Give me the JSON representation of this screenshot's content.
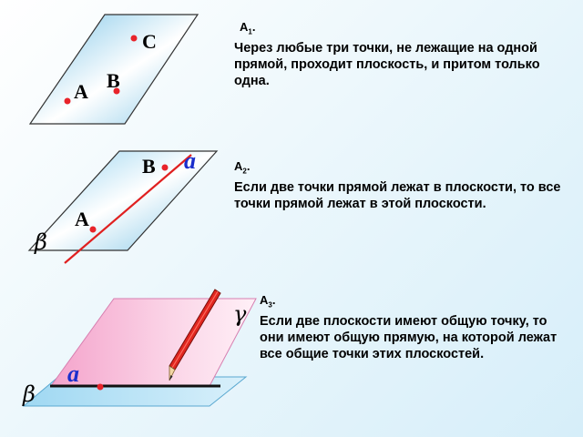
{
  "axioms": [
    {
      "label": "A",
      "index": "1",
      "text": "Через любые три точки, не лежащие на одной прямой, проходит плоскость, и притом только одна."
    },
    {
      "label": "A",
      "index": "2",
      "text": "Если две точки прямой лежат в плоскости, то все точки прямой лежат в этой плоскости."
    },
    {
      "label": "A",
      "index": "3",
      "text": "Если две плоскости имеют общую точку, то  они имеют общую прямую, на которой лежат все общие точки этих плоскостей."
    }
  ],
  "figure1": {
    "points": [
      "C",
      "B",
      "A"
    ]
  },
  "figure2": {
    "points": [
      "B",
      "A"
    ],
    "line": "a",
    "plane": "β"
  },
  "figure3": {
    "plane_upper": "γ",
    "plane_lower": "β",
    "line": "a"
  },
  "colors": {
    "plane_fill": "#9fd6ef",
    "plane_stroke": "#3a3a3a",
    "point": "#e8232a",
    "line_red": "#e02020",
    "pink_plane": "#f6a9cf",
    "line_label": "#1a2ecc"
  }
}
